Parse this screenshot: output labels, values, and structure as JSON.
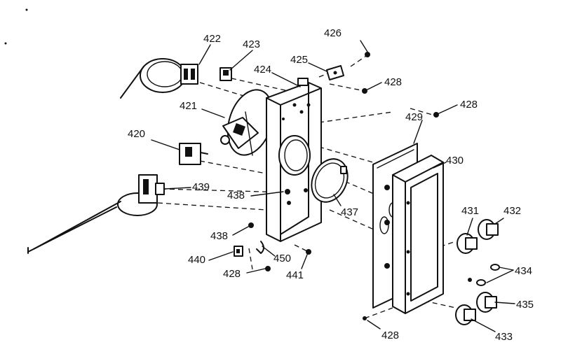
{
  "parts": [
    {
      "id": "p420",
      "number": "420"
    },
    {
      "id": "p421",
      "number": "421"
    },
    {
      "id": "p422",
      "number": "422"
    },
    {
      "id": "p423",
      "number": "423"
    },
    {
      "id": "p424",
      "number": "424"
    },
    {
      "id": "p425",
      "number": "425"
    },
    {
      "id": "p426",
      "number": "426"
    },
    {
      "id": "p428a",
      "number": "428"
    },
    {
      "id": "p428b",
      "number": "428"
    },
    {
      "id": "p428c",
      "number": "428"
    },
    {
      "id": "p428d",
      "number": "428"
    },
    {
      "id": "p429",
      "number": "429"
    },
    {
      "id": "p430",
      "number": "430"
    },
    {
      "id": "p431",
      "number": "431"
    },
    {
      "id": "p432",
      "number": "432"
    },
    {
      "id": "p433",
      "number": "433"
    },
    {
      "id": "p434",
      "number": "434"
    },
    {
      "id": "p435",
      "number": "435"
    },
    {
      "id": "p437",
      "number": "437"
    },
    {
      "id": "p438a",
      "number": "438"
    },
    {
      "id": "p438b",
      "number": "438"
    },
    {
      "id": "p439",
      "number": "439"
    },
    {
      "id": "p440",
      "number": "440"
    },
    {
      "id": "p441",
      "number": "441"
    },
    {
      "id": "p450",
      "number": "450"
    }
  ]
}
